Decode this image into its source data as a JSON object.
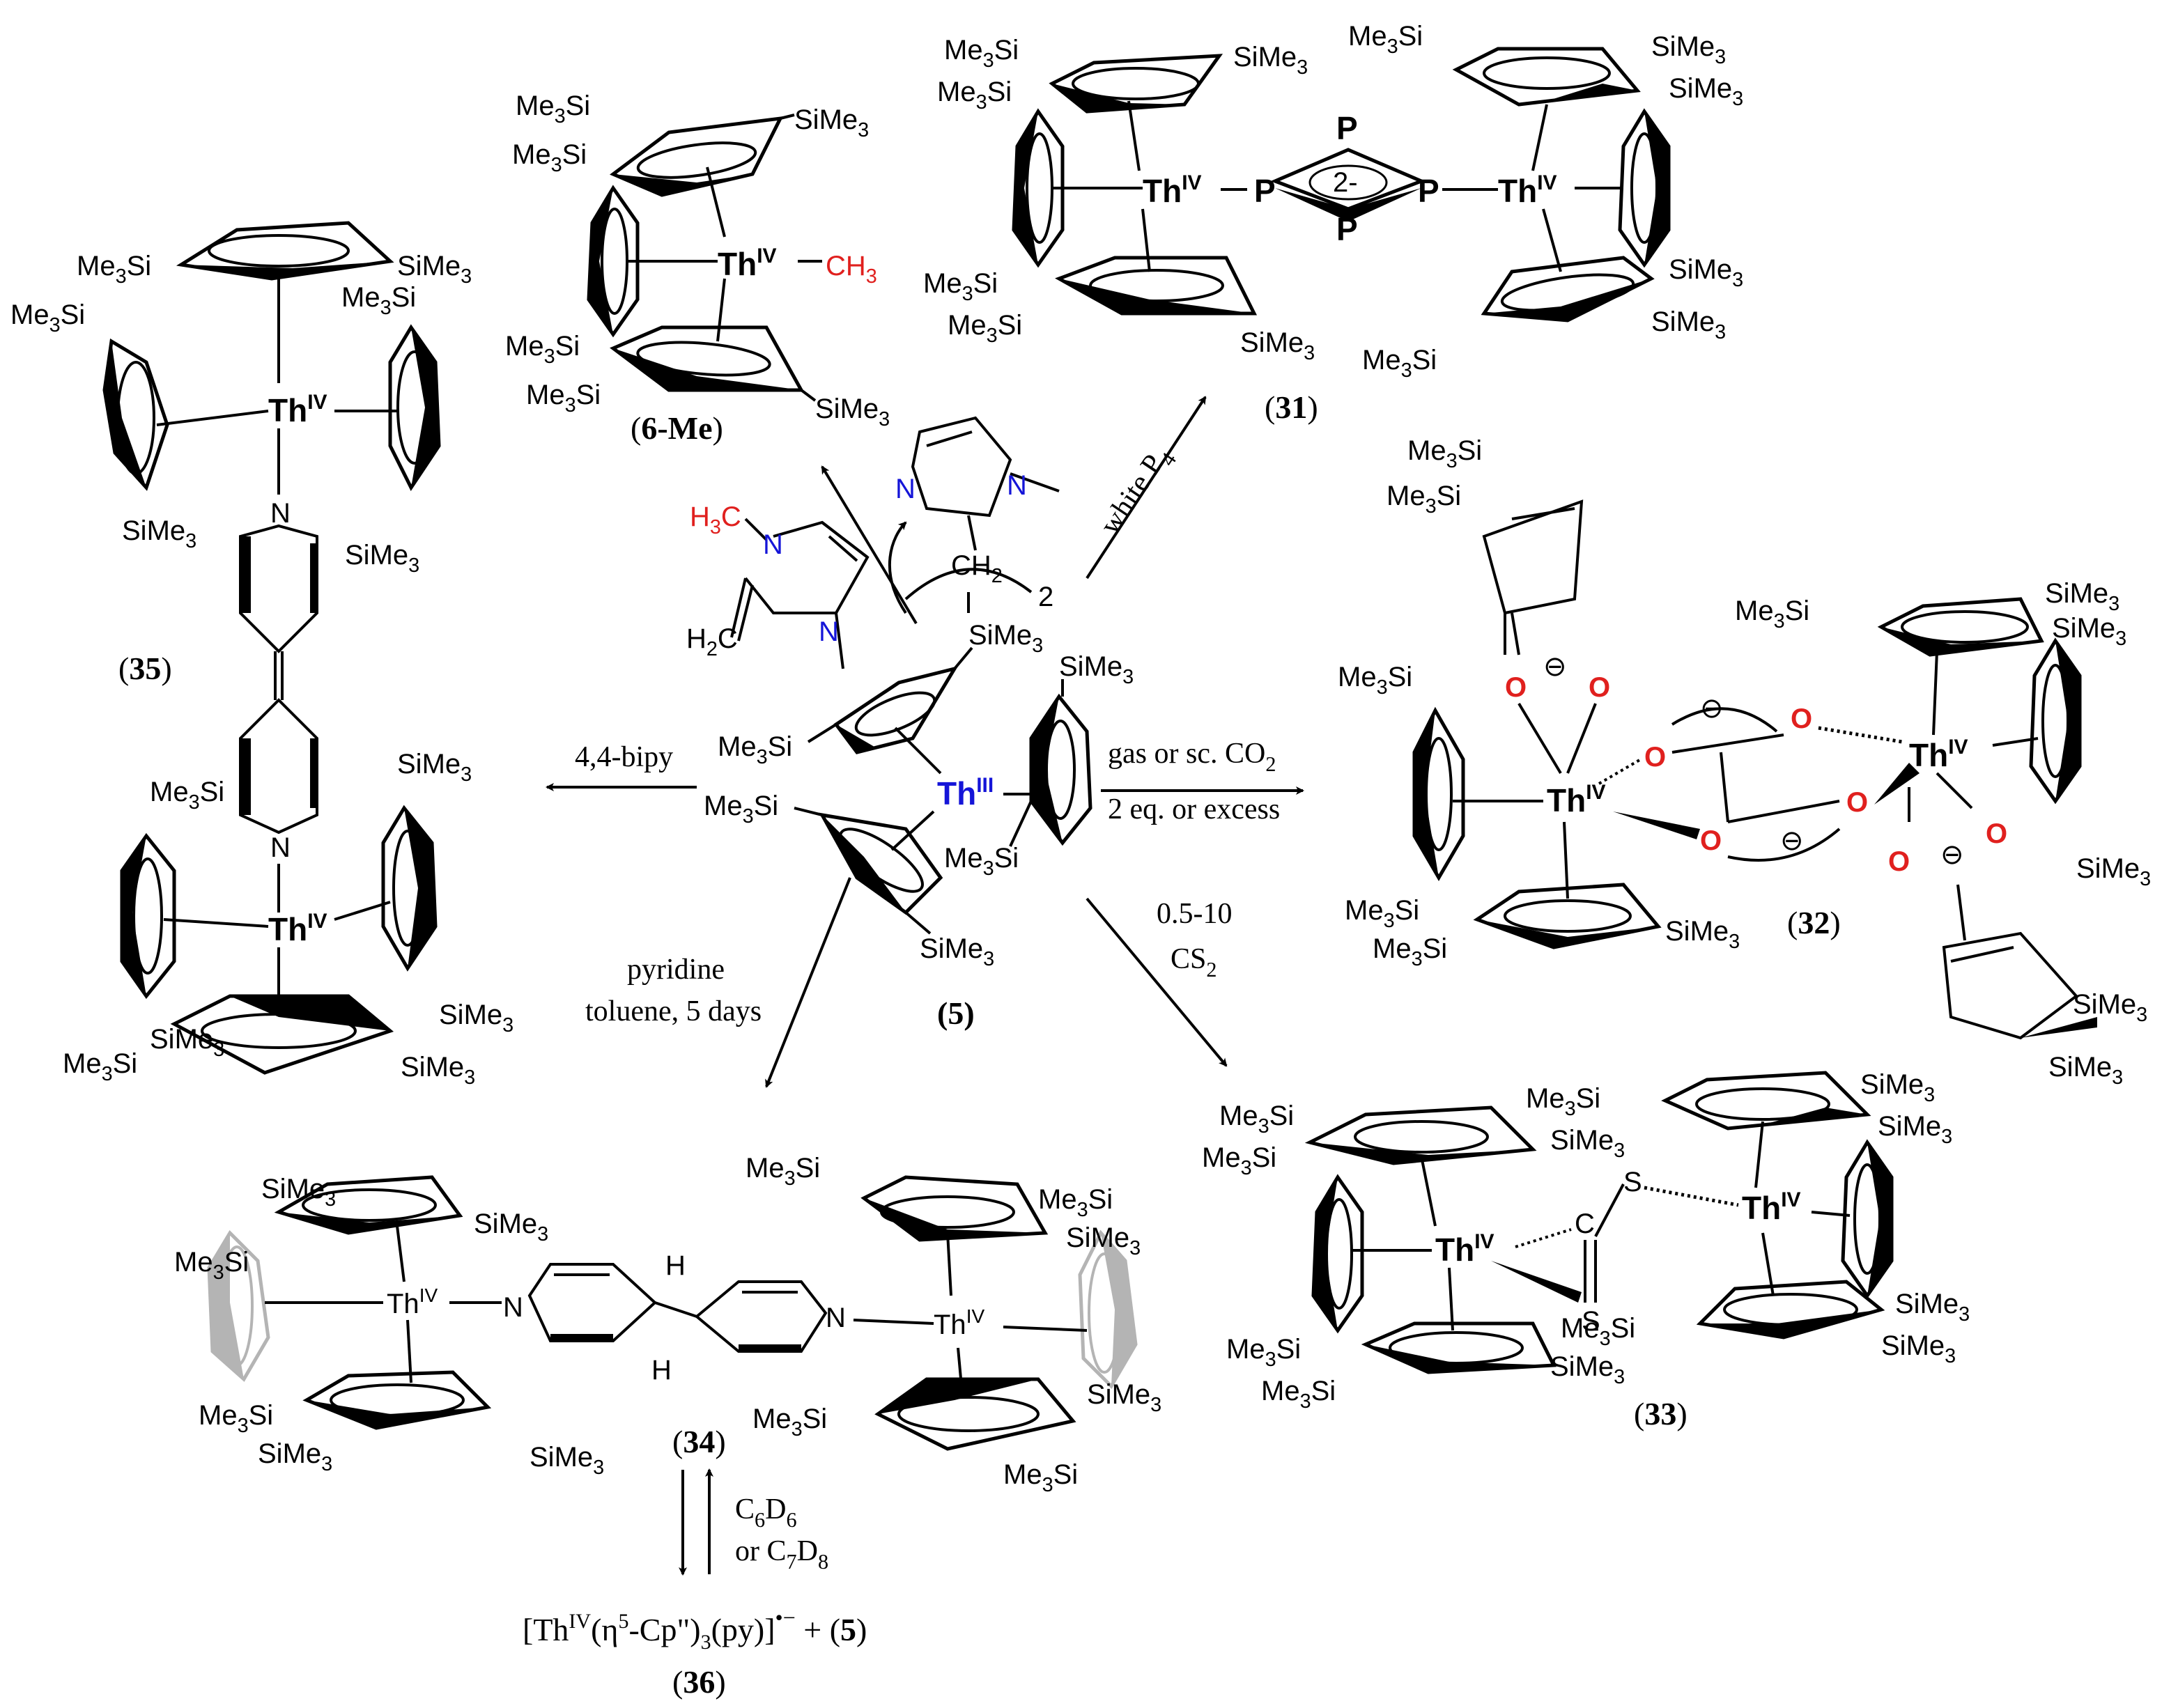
{
  "colors": {
    "ink": "#000000",
    "nitrogen": "#1515d8",
    "oxygen": "#e0201e",
    "faded": "#b4b4b4"
  },
  "center": {
    "label": "(5)",
    "metal": "Th",
    "ox": "III",
    "subs": [
      "SiMe3",
      "SiMe3",
      "Me3Si",
      "Me3Si",
      "Me3Si",
      "SiMe3"
    ]
  },
  "reagents": {
    "carbene_me": "H3C",
    "carbene_ch2": "H2C",
    "n1": "N",
    "n2": "N",
    "imid_n1": "N",
    "imid_n2": "N",
    "imid_ch2": "CH2",
    "imid_mult": "2"
  },
  "arrows": {
    "p4": "white P4",
    "co2_a": "gas or sc. CO2",
    "co2_b": "2 eq. or excess",
    "cs2_a": "0.5-10",
    "cs2_b": "CS2",
    "py_a": "pyridine",
    "py_b": "toluene, 5 days",
    "bipy": "4,4-bipy",
    "eq_a": "C6D6",
    "eq_b": "or C7D8"
  },
  "products": {
    "p6me": {
      "label": "(6-Me)",
      "metal": "Th",
      "ox": "IV",
      "methyl": "CH3",
      "subs": [
        "Me3Si",
        "Me3Si",
        "SiMe3",
        "Me3Si",
        "Me3Si",
        "SiMe3"
      ]
    },
    "p31": {
      "label": "(31)",
      "metal": "Th",
      "ox": "IV",
      "charge": "2-",
      "P": "P",
      "subs": [
        "Me3Si",
        "Me3Si",
        "SiMe3",
        "Me3Si",
        "SiMe3",
        "SiMe3",
        "Me3Si",
        "Me3Si",
        "SiMe3",
        "SiMe3",
        "SiMe3",
        "Me3Si"
      ]
    },
    "p32": {
      "label": "(32)",
      "metal": "Th",
      "ox": "IV",
      "O": "O",
      "minus": "⊖",
      "subs": [
        "Me3Si",
        "Me3Si",
        "Me3Si",
        "Me3Si",
        "Me3Si",
        "SiMe3",
        "Me3Si",
        "SiMe3",
        "SiMe3",
        "SiMe3",
        "SiMe3",
        "SiMe3"
      ]
    },
    "p33": {
      "label": "(33)",
      "metal": "Th",
      "ox": "IV",
      "C": "C",
      "S": "S",
      "subs": [
        "Me3Si",
        "Me3Si",
        "SiMe3",
        "Me3Si",
        "SiMe3",
        "SiMe3",
        "Me3Si",
        "Me3Si",
        "SiMe3",
        "Me3Si",
        "SiMe3",
        "SiMe3"
      ]
    },
    "p34": {
      "label": "(34)",
      "metal": "Th",
      "ox": "IV",
      "N": "N",
      "H": "H",
      "subs": [
        "SiMe3",
        "SiMe3",
        "Me3Si",
        "Me3Si",
        "SiMe3",
        "SiMe3",
        "Me3Si",
        "Me3Si",
        "SiMe3",
        "Me3Si",
        "SiMe3",
        "Me3Si"
      ]
    },
    "p35": {
      "label": "(35)",
      "metal": "Th",
      "ox": "IV",
      "N": "N",
      "subs": [
        "Me3Si",
        "SiMe3",
        "Me3Si",
        "Me3Si",
        "SiMe3",
        "SiMe3",
        "Me3Si",
        "SiMe3",
        "SiMe3",
        "SiMe3",
        "Me3Si",
        "SiMe3"
      ]
    },
    "p36": {
      "label": "(36)",
      "formula": "[ThIV(η5-Cp\")3(py)]•− + (5)"
    }
  }
}
